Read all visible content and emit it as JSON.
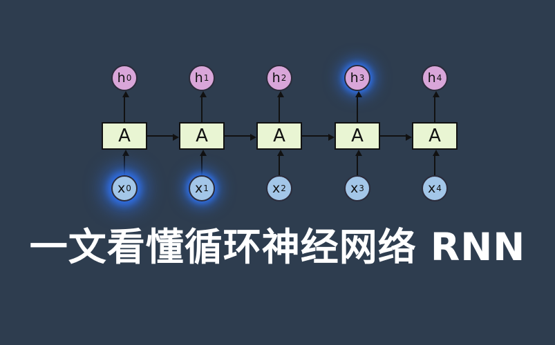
{
  "title": "一文看懂循环神经网络 RNN",
  "diagram": {
    "columns": [
      {
        "h": {
          "letter": "h",
          "sub": "0"
        },
        "a": "A",
        "x": {
          "letter": "x",
          "sub": "0"
        }
      },
      {
        "h": {
          "letter": "h",
          "sub": "1"
        },
        "a": "A",
        "x": {
          "letter": "x",
          "sub": "1"
        }
      },
      {
        "h": {
          "letter": "h",
          "sub": "2"
        },
        "a": "A",
        "x": {
          "letter": "x",
          "sub": "2"
        }
      },
      {
        "h": {
          "letter": "h",
          "sub": "3"
        },
        "a": "A",
        "x": {
          "letter": "x",
          "sub": "3"
        }
      },
      {
        "h": {
          "letter": "h",
          "sub": "4"
        },
        "a": "A",
        "x": {
          "letter": "x",
          "sub": "4"
        }
      }
    ]
  },
  "colors": {
    "background": "#2e3d4f",
    "h_node_fill": "#d9a6d9",
    "x_node_fill": "#a3c6e8",
    "a_box_fill": "#e9f5d3",
    "glow": "#2f6fe6",
    "arrow": "#111111",
    "title_text": "#ffffff"
  }
}
